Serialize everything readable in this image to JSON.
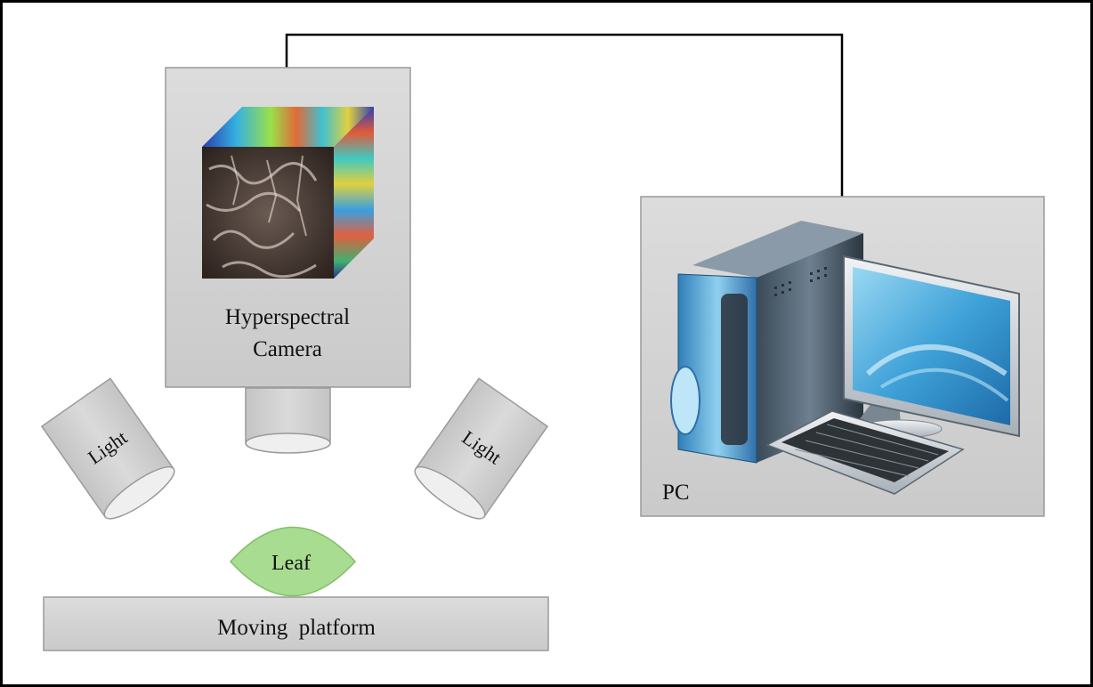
{
  "labels": {
    "camera_line1": "Hyperspectral",
    "camera_line2": "Camera",
    "pc": "PC",
    "light_left": "Light",
    "light_right": "Light",
    "leaf": "Leaf",
    "platform": "Moving  platform"
  },
  "colors": {
    "box_fill": "#d4d4d4",
    "box_stroke": "#9a9a9a",
    "leaf_fill": "#a8dc90",
    "leaf_stroke": "#7fbf67",
    "connector": "#000000"
  },
  "icons": {
    "camera": "hyperspectral-cube-icon",
    "pc": "desktop-computer-icon"
  }
}
